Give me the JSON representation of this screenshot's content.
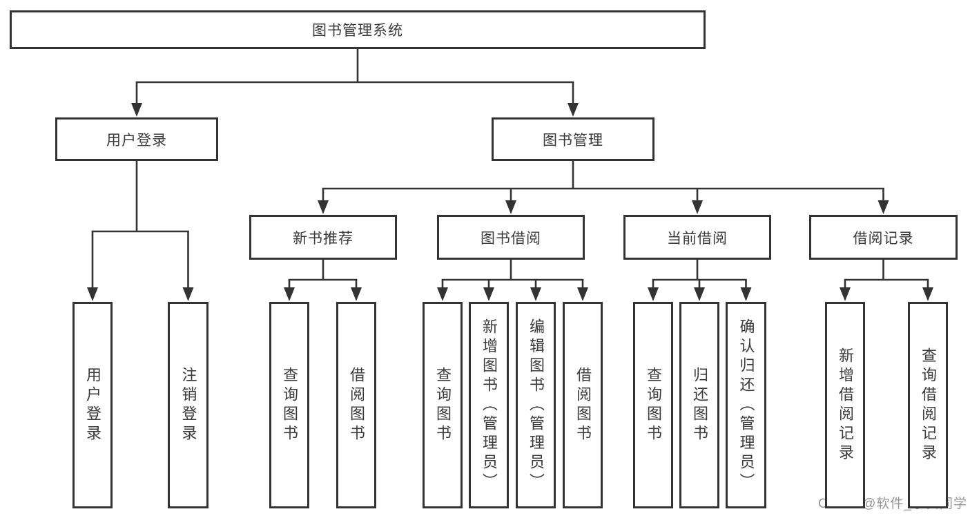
{
  "diagram": {
    "title": "图书管理系统",
    "type": "hierarchy-tree"
  },
  "colors": {
    "background": "#ffffff",
    "line": "#333333",
    "box_border": "#333333",
    "box_background": "#ffffff",
    "text": "#3a3a3a",
    "watermark": "#949494"
  },
  "watermark": {
    "text": "CSDN @软件_小贺同学"
  },
  "nodes": [
    {
      "id": "root",
      "label": "图书管理系统",
      "level": 1,
      "parent": null,
      "orientation": "horizontal"
    },
    {
      "id": "user-login",
      "label": "用户登录",
      "level": 2,
      "parent": "root",
      "orientation": "horizontal"
    },
    {
      "id": "book-mgmt",
      "label": "图书管理",
      "level": 2,
      "parent": "root",
      "orientation": "horizontal"
    },
    {
      "id": "new-book-rec",
      "label": "新书推荐",
      "level": 3,
      "parent": "book-mgmt",
      "orientation": "horizontal"
    },
    {
      "id": "book-borrow",
      "label": "图书借阅",
      "level": 3,
      "parent": "book-mgmt",
      "orientation": "horizontal"
    },
    {
      "id": "current-borrow",
      "label": "当前借阅",
      "level": 3,
      "parent": "book-mgmt",
      "orientation": "horizontal"
    },
    {
      "id": "borrow-records",
      "label": "借阅记录",
      "level": 3,
      "parent": "book-mgmt",
      "orientation": "horizontal"
    },
    {
      "id": "login",
      "label": "用户登录",
      "level": 4,
      "parent": "user-login",
      "orientation": "vertical"
    },
    {
      "id": "logout",
      "label": "注销登录",
      "level": 4,
      "parent": "user-login",
      "orientation": "vertical"
    },
    {
      "id": "rec-query-book",
      "label": "查询图书",
      "level": 4,
      "parent": "new-book-rec",
      "orientation": "vertical"
    },
    {
      "id": "rec-borrow-book",
      "label": "借阅图书",
      "level": 4,
      "parent": "new-book-rec",
      "orientation": "vertical"
    },
    {
      "id": "bb-query-book",
      "label": "查询图书",
      "level": 4,
      "parent": "book-borrow",
      "orientation": "vertical"
    },
    {
      "id": "bb-add-book",
      "label": "新增图书（管理员）",
      "level": 4,
      "parent": "book-borrow",
      "orientation": "vertical"
    },
    {
      "id": "bb-edit-book",
      "label": "编辑图书（管理员）",
      "level": 4,
      "parent": "book-borrow",
      "orientation": "vertical"
    },
    {
      "id": "bb-borrow-book",
      "label": "借阅图书",
      "level": 4,
      "parent": "book-borrow",
      "orientation": "vertical"
    },
    {
      "id": "cb-query-book",
      "label": "查询图书",
      "level": 4,
      "parent": "current-borrow",
      "orientation": "vertical"
    },
    {
      "id": "cb-return-book",
      "label": "归还图书",
      "level": 4,
      "parent": "current-borrow",
      "orientation": "vertical"
    },
    {
      "id": "cb-confirm-return",
      "label": "确认归还（管理员）",
      "level": 4,
      "parent": "current-borrow",
      "orientation": "vertical"
    },
    {
      "id": "br-add-record",
      "label": "新增借阅记录",
      "level": 4,
      "parent": "borrow-records",
      "orientation": "vertical"
    },
    {
      "id": "br-query-record",
      "label": "查询借阅记录",
      "level": 4,
      "parent": "borrow-records",
      "orientation": "vertical"
    }
  ]
}
